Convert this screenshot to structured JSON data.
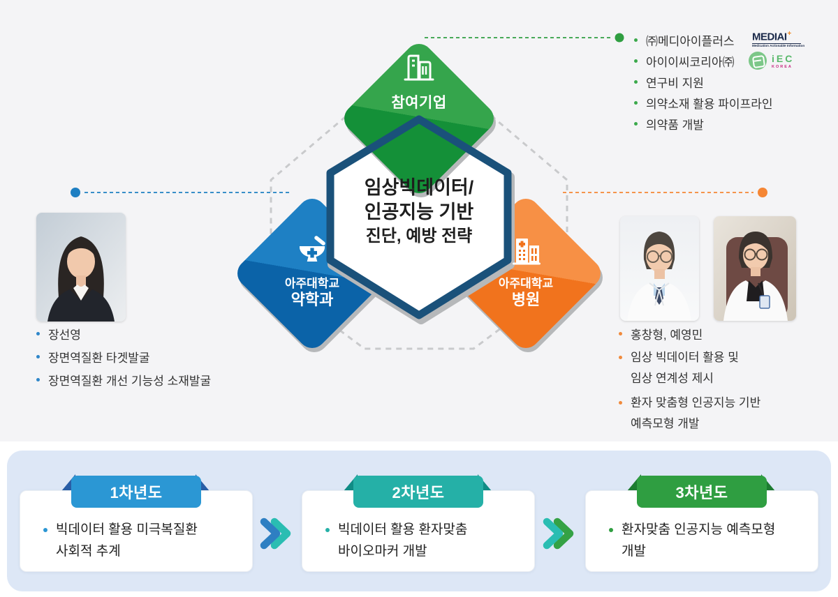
{
  "partners": {
    "items": [
      "㈜메디아이플러스",
      "아이이씨코리아㈜",
      "연구비 지원",
      "의약소재 활용 파이프라인",
      "의약품 개발"
    ],
    "mediai_logo": {
      "name": "MEDIAI",
      "plus": "+",
      "caption": "Medication Actionable Information"
    },
    "iec_logo": {
      "name": "iEC",
      "country": "KOREA"
    }
  },
  "diagram": {
    "center": {
      "line1": "임상빅데이터/",
      "line2": "인공지능 기반",
      "line3": "진단, 예방 전략"
    },
    "nodes": {
      "company": {
        "label": "참여기업",
        "color": "#2f9e41"
      },
      "pharmacy": {
        "org": "아주대학교",
        "name": "약학과",
        "color": "#1878be"
      },
      "hospital": {
        "org": "아주대학교",
        "name": "병원",
        "color": "#f58634"
      }
    }
  },
  "pharmacy_panel": {
    "items": [
      "장선영",
      "장면역질환 타겟발굴",
      "장면역질환 개선 기능성 소재발굴"
    ]
  },
  "hospital_panel": {
    "items": [
      {
        "lines": [
          "홍창형, 예영민"
        ]
      },
      {
        "lines": [
          "임상 빅데이터 활용 및",
          "임상 연계성 제시"
        ]
      },
      {
        "lines": [
          "환자 맞춤형 인공지능 기반",
          "예측모형 개발"
        ]
      }
    ]
  },
  "roadmap": {
    "years": [
      {
        "badge": "1차년도",
        "lines": [
          "빅데이터 활용 미극복질환",
          "사회적 추계"
        ],
        "accent": "#2b96d3"
      },
      {
        "badge": "2차년도",
        "lines": [
          "빅데이터 활용 환자맞춤",
          "바이오마커 개발"
        ],
        "accent": "#25b0a7"
      },
      {
        "badge": "3차년도",
        "lines": [
          "환자맞춤 인공지능 예측모형",
          "개발"
        ],
        "accent": "#2f9e41"
      }
    ]
  }
}
